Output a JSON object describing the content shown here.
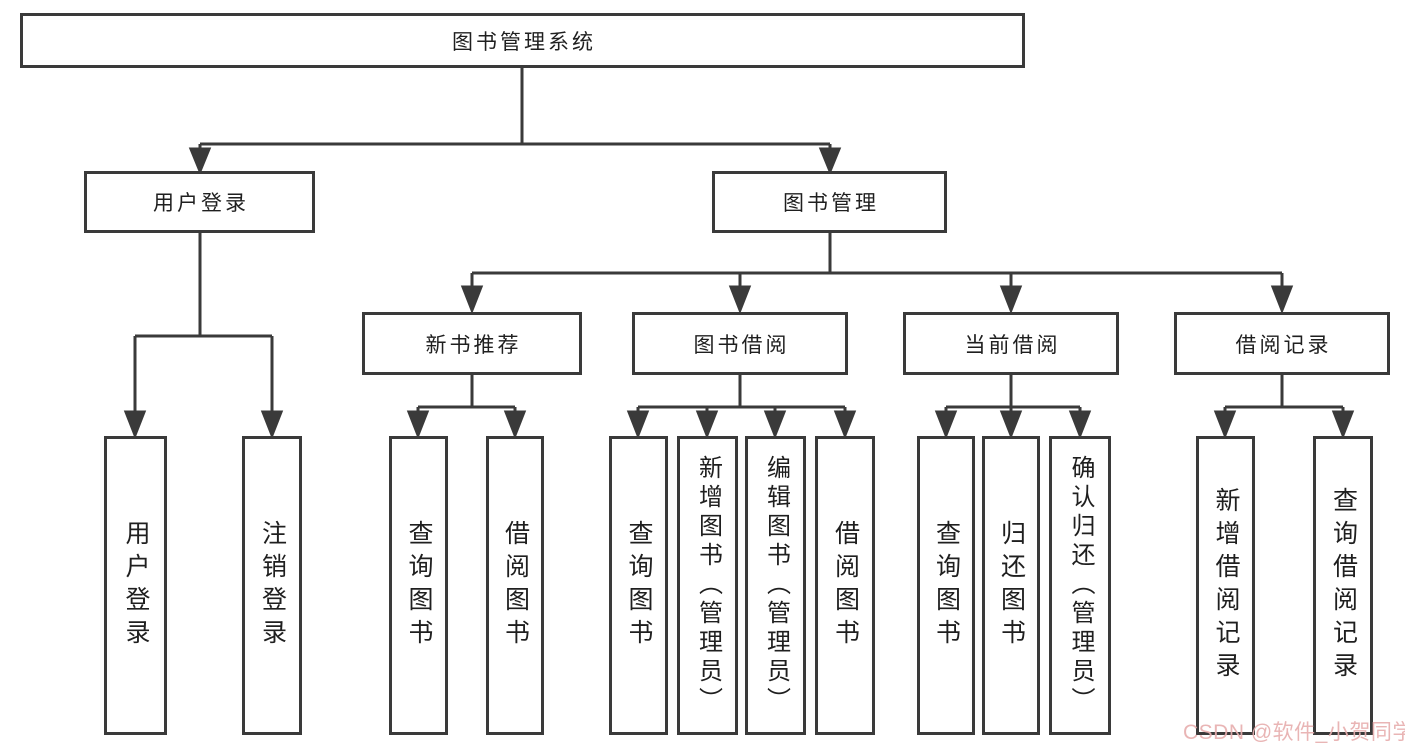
{
  "diagram": {
    "root": {
      "label": "图书管理系统"
    },
    "branches": [
      {
        "label": "用户登录",
        "leaves": [
          {
            "label": "用户登录"
          },
          {
            "label": "注销登录"
          }
        ]
      },
      {
        "label": "图书管理",
        "sections": [
          {
            "label": "新书推荐",
            "leaves": [
              {
                "label": "查询图书"
              },
              {
                "label": "借阅图书"
              }
            ]
          },
          {
            "label": "图书借阅",
            "leaves": [
              {
                "label": "查询图书"
              },
              {
                "label": "新增图书（管理员）"
              },
              {
                "label": "编辑图书（管理员）"
              },
              {
                "label": "借阅图书"
              }
            ]
          },
          {
            "label": "当前借阅",
            "leaves": [
              {
                "label": "查询图书"
              },
              {
                "label": "归还图书"
              },
              {
                "label": "确认归还（管理员）"
              }
            ]
          },
          {
            "label": "借阅记录",
            "leaves": [
              {
                "label": "新增借阅记录"
              },
              {
                "label": "查询借阅记录"
              }
            ]
          }
        ]
      }
    ]
  },
  "watermark": {
    "text": "CSDN @软件_小贺同学"
  },
  "colors": {
    "line": "#3a3a3a",
    "box_border": "#3a3a3a",
    "text": "#1f1f1f",
    "watermark": "#e7afaf",
    "background": "#ffffff"
  }
}
